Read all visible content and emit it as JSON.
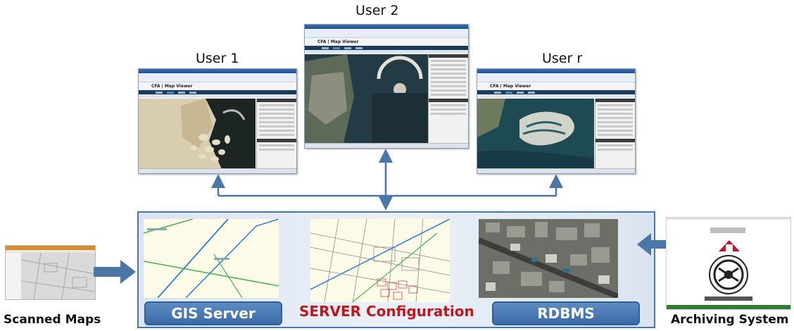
{
  "users": [
    {
      "label": "User 1",
      "app_title": "CFA | Map Viewer"
    },
    {
      "label": "User 2",
      "app_title": "CFA | Map Viewer"
    },
    {
      "label": "User r",
      "app_title": "CFA | Map Viewer"
    }
  ],
  "server": {
    "title": "SERVER Configuration",
    "gis_label": "GIS Server",
    "rdbms_label": "RDBMS"
  },
  "scanned_maps": {
    "label": "Scanned Maps"
  },
  "archiving": {
    "label": "Archiving System"
  },
  "colors": {
    "arrow": "#4a76a8",
    "server_border": "#4a76a8",
    "server_title": "#c0161c",
    "label_box": "#3b6aa5"
  }
}
